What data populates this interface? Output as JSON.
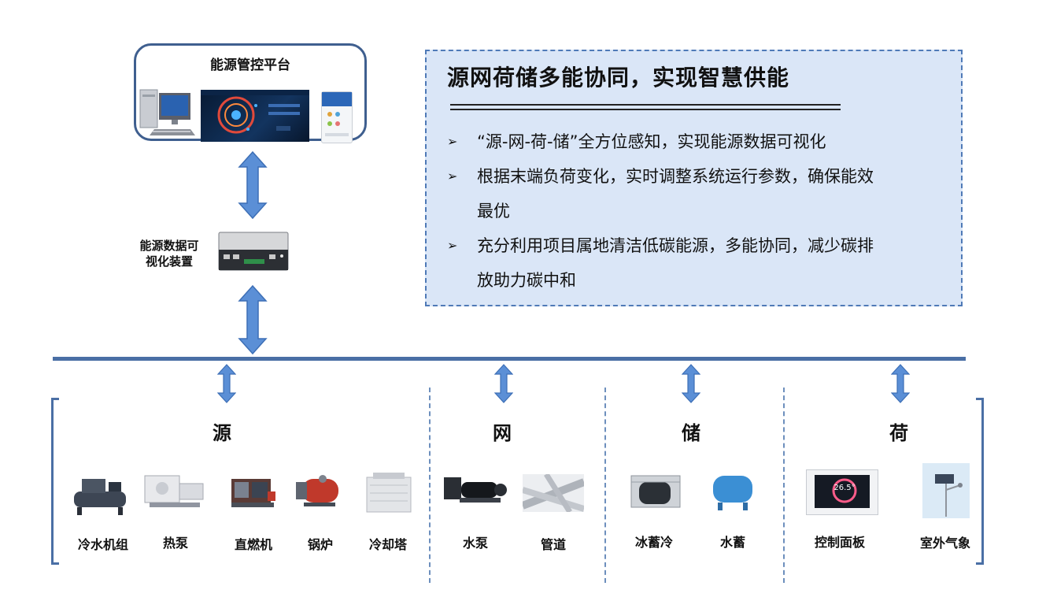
{
  "platform": {
    "title": "能源管控平台"
  },
  "device": {
    "label_line1": "能源数据可",
    "label_line2": "视化装置"
  },
  "summary": {
    "title": "源网荷储多能协同，实现智慧供能",
    "bullets": [
      {
        "marker": "➢",
        "lines": [
          "“源-网-荷-储”全方位感知，实现能源数据可视化"
        ]
      },
      {
        "marker": "➢",
        "lines": [
          "根据末端负荷变化，实时调整系统运行参数，确保能效",
          "最优"
        ]
      },
      {
        "marker": "➢",
        "lines": [
          "充分利用项目属地清洁低碳能源，多能协同，减少碳排",
          "放助力碳中和"
        ]
      }
    ]
  },
  "groups": [
    {
      "title": "源",
      "items": [
        "冷水机组",
        "热泵",
        "直燃机",
        "锅炉",
        "冷却塔"
      ]
    },
    {
      "title": "网",
      "items": [
        "水泵",
        "管道"
      ]
    },
    {
      "title": "储",
      "items": [
        "冰蓄冷",
        "水蓄"
      ]
    },
    {
      "title": "荷",
      "items": [
        "控制面板",
        "室外气象"
      ]
    }
  ],
  "panel": {
    "temperature": "26.5°"
  },
  "colors": {
    "arrow": "#5b8fd6",
    "arrow_stroke": "#3d6fb6",
    "bus": "#4a6fa5",
    "summary_bg": "#dae6f7"
  }
}
